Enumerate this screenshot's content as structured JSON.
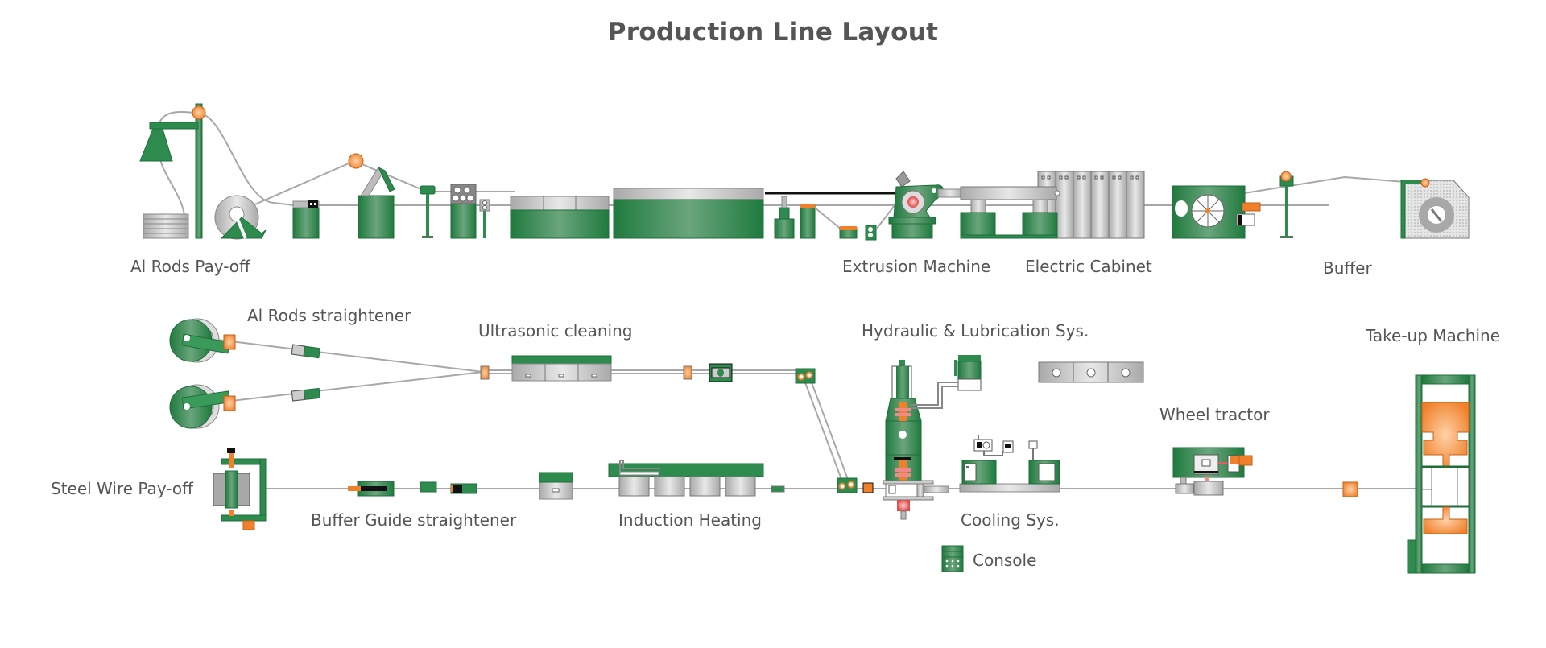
{
  "title": "Production Line Layout",
  "colors": {
    "green": "#2e8b4e",
    "green_dark": "#1f6e3a",
    "green_light": "#6aa57c",
    "orange": "#f0812a",
    "gray": "#bdbdbd",
    "gray_light": "#e6e6e6",
    "wire": "#a8a8a8",
    "text": "#555555"
  },
  "labels": {
    "al_rods_payoff": "Al Rods Pay-off",
    "extrusion_machine": "Extrusion Machine",
    "electric_cabinet": "Electric Cabinet",
    "buffer_top": "Buffer",
    "al_rods_straightener": "Al Rods straightener",
    "ultrasonic_cleaning": "Ultrasonic cleaning",
    "hydraulic_lubrication": "Hydraulic & Lubrication Sys.",
    "takeup_machine": "Take-up  Machine",
    "wheel_tractor": "Wheel tractor",
    "steel_wire_payoff": "Steel Wire Pay-off",
    "buffer_guide_straightener": "Buffer  Guide  straightener",
    "induction_heating": "Induction Heating",
    "cooling_sys": "Cooling Sys.",
    "console": "Console"
  },
  "icons": {
    "console_legend": "console-icon"
  }
}
